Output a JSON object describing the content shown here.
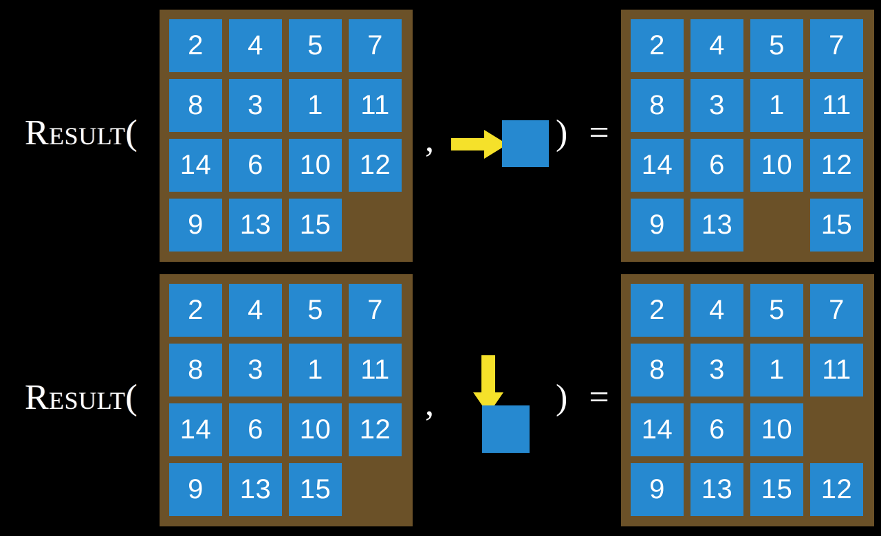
{
  "slide": {
    "background_color": "#000000",
    "board_color": "#6b5128",
    "tile_color": "#2689d0",
    "tile_text_color": "#ffffff",
    "arrow_color": "#f5e12a"
  },
  "rows": [
    {
      "label": "Result(",
      "comma": ",",
      "close": ") =",
      "move_icon": "arrow-right-icon",
      "input_board": {
        "columns": 4,
        "rows": 4,
        "tiles": [
          "2",
          "4",
          "5",
          "7",
          "8",
          "3",
          "1",
          "11",
          "14",
          "6",
          "10",
          "12",
          "9",
          "13",
          "15",
          ""
        ]
      },
      "output_board": {
        "columns": 4,
        "rows": 4,
        "tiles": [
          "2",
          "4",
          "5",
          "7",
          "8",
          "3",
          "1",
          "11",
          "14",
          "6",
          "10",
          "12",
          "9",
          "13",
          "",
          "15"
        ]
      }
    },
    {
      "label": "Result(",
      "comma": ",",
      "close": ") =",
      "move_icon": "arrow-down-icon",
      "input_board": {
        "columns": 4,
        "rows": 4,
        "tiles": [
          "2",
          "4",
          "5",
          "7",
          "8",
          "3",
          "1",
          "11",
          "14",
          "6",
          "10",
          "12",
          "9",
          "13",
          "15",
          ""
        ]
      },
      "output_board": {
        "columns": 4,
        "rows": 4,
        "tiles": [
          "2",
          "4",
          "5",
          "7",
          "8",
          "3",
          "1",
          "11",
          "14",
          "6",
          "10",
          "",
          "9",
          "13",
          "15",
          "12"
        ]
      }
    }
  ]
}
